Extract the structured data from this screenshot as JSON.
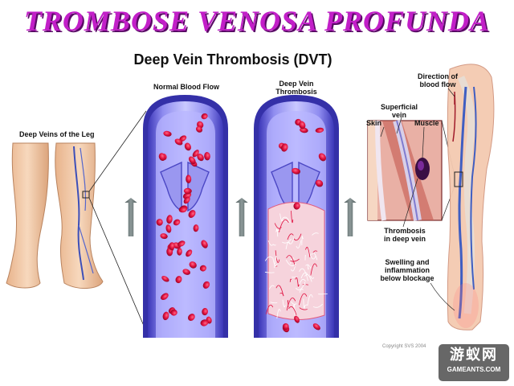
{
  "banner_title": "TROMBOSE VENOSA PROFUNDA",
  "title": "Deep Vein Thrombosis (DVT)",
  "labels": {
    "deep_veins_of_leg": "Deep Veins of the Leg",
    "normal_blood_flow": "Normal Blood Flow",
    "dvt_panel_line1": "Deep Vein",
    "dvt_panel_line2": "Thrombosis",
    "direction_line1": "Direction of",
    "direction_line2": "blood flow",
    "superficial_line1": "Superficial",
    "superficial_line2": "vein",
    "skin": "Skin",
    "muscle": "Muscle",
    "thrombosis_line1": "Thrombosis",
    "thrombosis_line2": "in deep vein",
    "swelling_line1": "Swelling and",
    "swelling_line2": "inflammation",
    "swelling_line3": "below blockage"
  },
  "copyright": "Copyright SVS 2004",
  "watermark": {
    "chinese": "游蚁网",
    "site": "GAMEANTS.COM"
  },
  "colors": {
    "banner": "#c21fc8",
    "vessel_wall": "#7d79e6",
    "vessel_inner": "#b8b6ff",
    "blood_cell": "#e0103f",
    "clot_mesh": "#f4b7c4",
    "arrow": "#6f7c7c",
    "skin": "#f1c9a6"
  }
}
